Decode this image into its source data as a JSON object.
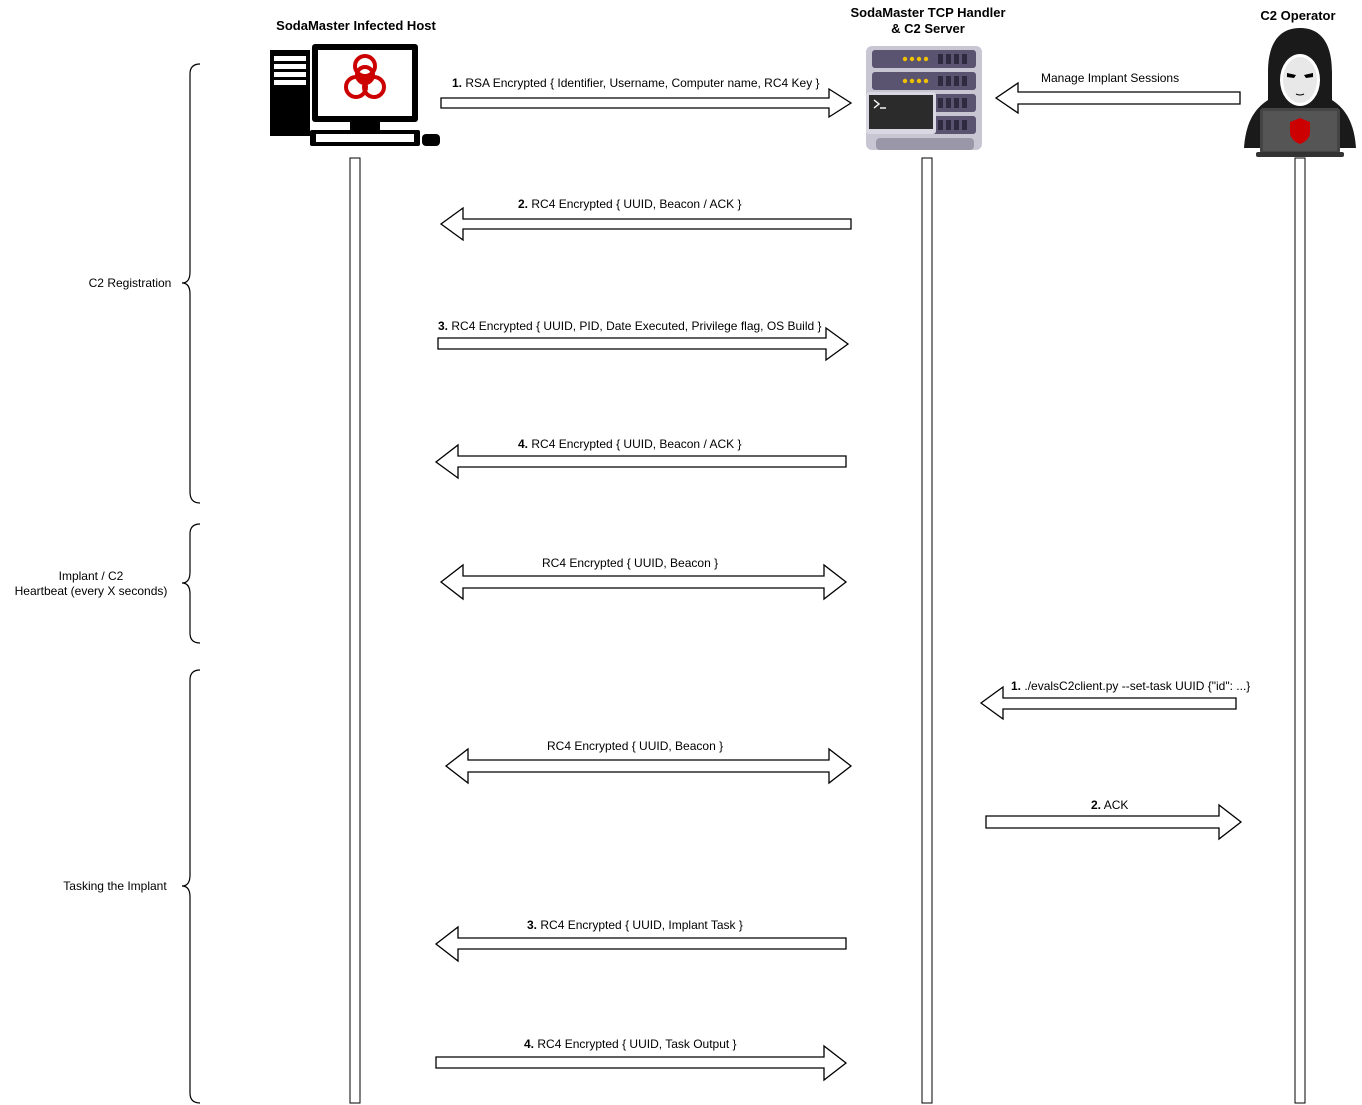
{
  "actors": {
    "host": {
      "title": "SodaMaster Infected Host"
    },
    "server": {
      "title_line1": "SodaMaster TCP Handler",
      "title_line2": "& C2 Server"
    },
    "operator": {
      "title": "C2 Operator"
    }
  },
  "phases": {
    "registration": "C2 Registration",
    "heartbeat_line1": "Implant / C2",
    "heartbeat_line2": "Heartbeat (every X seconds)",
    "tasking": "Tasking the Implant"
  },
  "messages": {
    "reg1": {
      "num": "1.",
      "text": "RSA Encrypted { Identifier, Username, Computer name, RC4 Key }"
    },
    "manage": {
      "num": "",
      "text": "Manage Implant Sessions"
    },
    "reg2": {
      "num": "2.",
      "text": "RC4 Encrypted { UUID, Beacon / ACK }"
    },
    "reg3": {
      "num": "3.",
      "text": "RC4 Encrypted { UUID, PID, Date Executed, Privilege flag, OS Build }"
    },
    "reg4": {
      "num": "4.",
      "text": "RC4 Encrypted { UUID, Beacon / ACK }"
    },
    "hb": {
      "num": "",
      "text": "RC4 Encrypted { UUID, Beacon }"
    },
    "task1": {
      "num": "1.",
      "text": "./evalsC2client.py --set-task UUID {\"id\": ...}"
    },
    "beacon": {
      "num": "",
      "text": "RC4 Encrypted { UUID, Beacon }"
    },
    "task2": {
      "num": "2.",
      "text": "ACK"
    },
    "task3": {
      "num": "3.",
      "text": "RC4 Encrypted { UUID, Implant Task }"
    },
    "task4": {
      "num": "4.",
      "text": "RC4 Encrypted { UUID, Task Output }"
    }
  },
  "icons": {
    "host": "infected-computer-icon",
    "server": "server-rack-icon",
    "operator": "hooded-hacker-icon"
  },
  "colors": {
    "biohazard": "#cc0000",
    "server_body": "#5a5470",
    "hacker_body": "#1a1a1a",
    "hacker_shield": "#cc0000"
  }
}
